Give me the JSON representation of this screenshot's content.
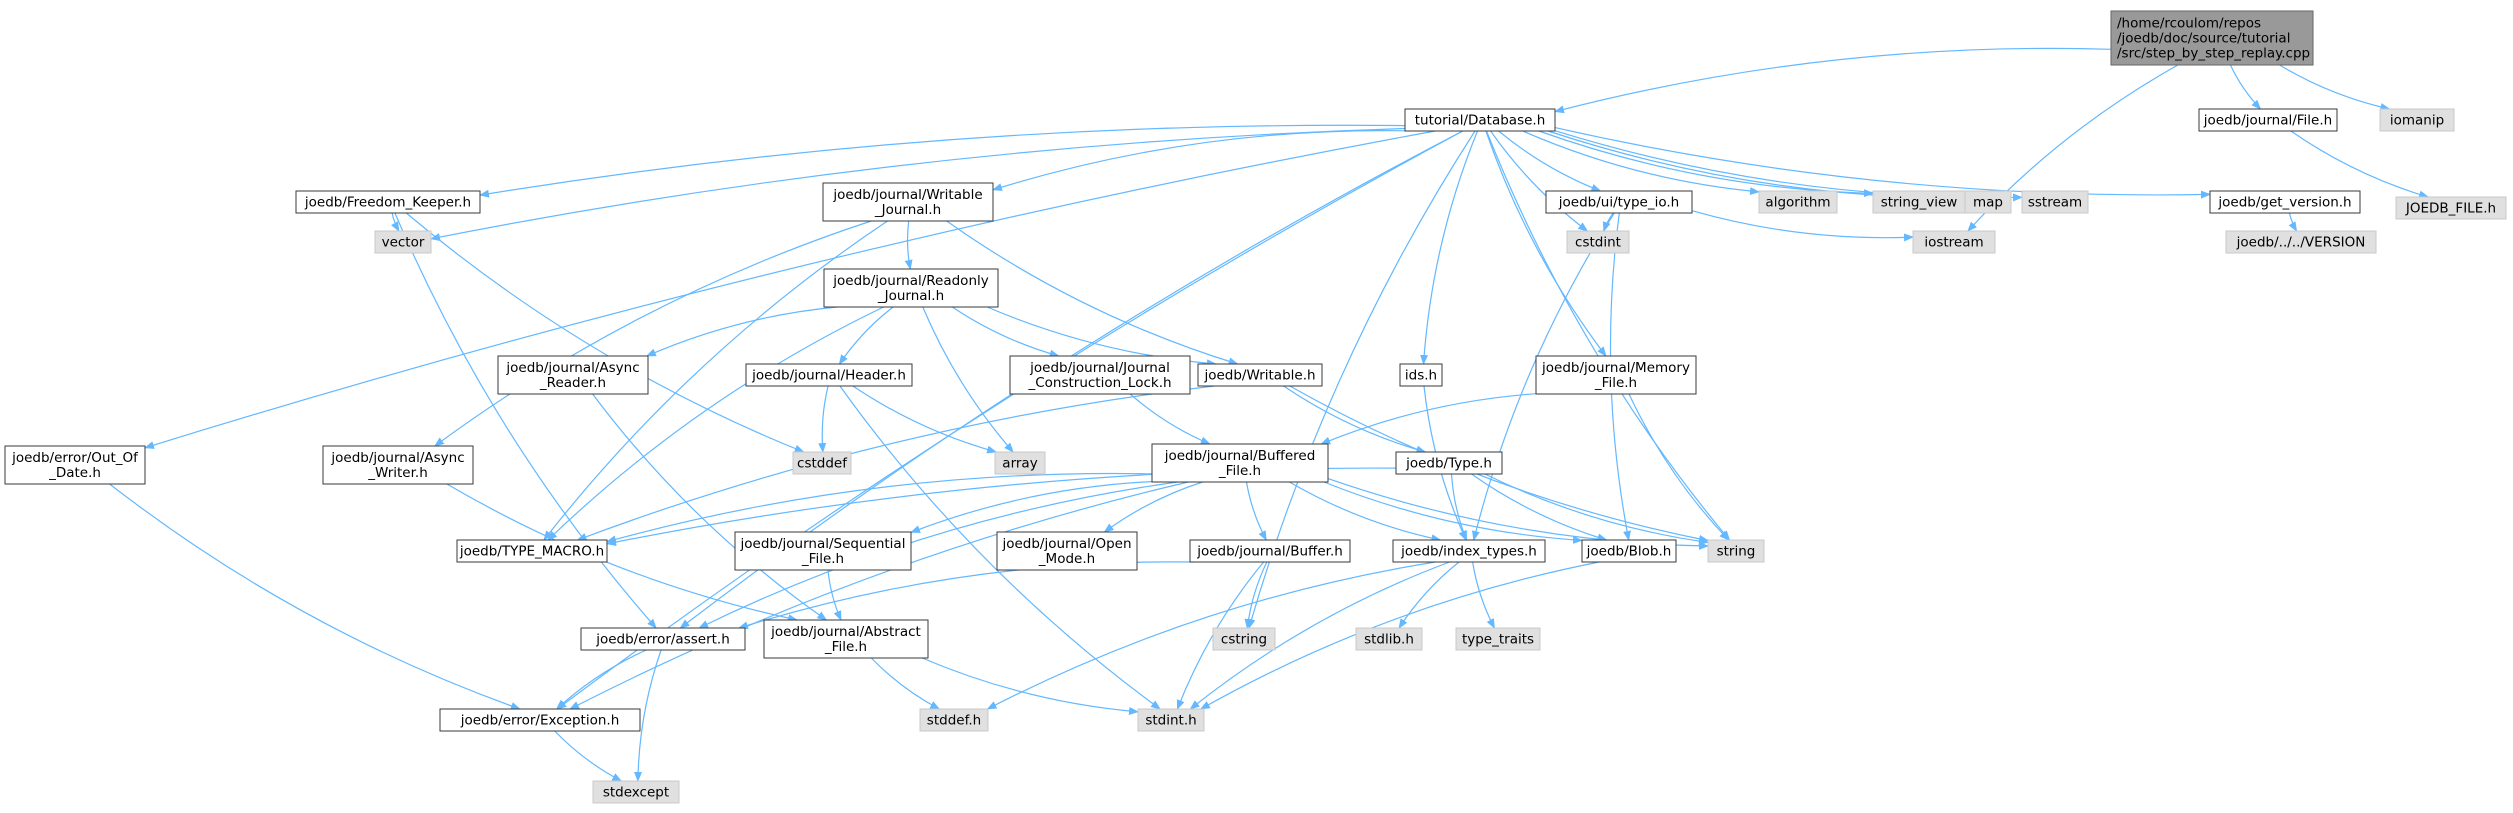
{
  "colors": {
    "edge": "#63b8ff",
    "node_fill": "#ffffff",
    "node_border": "#3a3a3a",
    "root_fill": "#999999",
    "root_border": "#666666",
    "system_fill": "#e0e0e0",
    "system_border": "#c8c8c8"
  },
  "nodes": [
    {
      "id": "root",
      "kind": "root",
      "lines": [
        "/home/rcoulom/repos",
        "/joedb/doc/source/tutorial",
        "/src/step_by_step_replay.cpp"
      ]
    },
    {
      "id": "database",
      "kind": "file",
      "lines": [
        "tutorial/Database.h"
      ]
    },
    {
      "id": "journal_file",
      "kind": "file",
      "lines": [
        "joedb/journal/File.h"
      ]
    },
    {
      "id": "iomanip",
      "kind": "system",
      "lines": [
        "iomanip"
      ]
    },
    {
      "id": "joedb_file_h",
      "kind": "system",
      "lines": [
        "JOEDB_FILE.h"
      ]
    },
    {
      "id": "freedom_keeper",
      "kind": "file",
      "lines": [
        "joedb/Freedom_Keeper.h"
      ]
    },
    {
      "id": "writable_journal",
      "kind": "file",
      "lines": [
        "joedb/journal/Writable",
        "_Journal.h"
      ]
    },
    {
      "id": "type_io",
      "kind": "file",
      "lines": [
        "joedb/ui/type_io.h"
      ]
    },
    {
      "id": "algorithm",
      "kind": "system",
      "lines": [
        "algorithm"
      ]
    },
    {
      "id": "string_view",
      "kind": "system",
      "lines": [
        "string_view"
      ]
    },
    {
      "id": "map",
      "kind": "system",
      "lines": [
        "map"
      ]
    },
    {
      "id": "sstream",
      "kind": "system",
      "lines": [
        "sstream"
      ]
    },
    {
      "id": "get_version",
      "kind": "file",
      "lines": [
        "joedb/get_version.h"
      ]
    },
    {
      "id": "vector",
      "kind": "system",
      "lines": [
        "vector"
      ]
    },
    {
      "id": "cstdint",
      "kind": "system",
      "lines": [
        "cstdint"
      ]
    },
    {
      "id": "iostream",
      "kind": "system",
      "lines": [
        "iostream"
      ]
    },
    {
      "id": "version",
      "kind": "system",
      "lines": [
        "joedb/../../VERSION"
      ]
    },
    {
      "id": "readonly_journal",
      "kind": "file",
      "lines": [
        "joedb/journal/Readonly",
        "_Journal.h"
      ]
    },
    {
      "id": "async_reader",
      "kind": "file",
      "lines": [
        "joedb/journal/Async",
        "_Reader.h"
      ]
    },
    {
      "id": "header",
      "kind": "file",
      "lines": [
        "joedb/journal/Header.h"
      ]
    },
    {
      "id": "construction_lock",
      "kind": "file",
      "lines": [
        "joedb/journal/Journal",
        "_Construction_Lock.h"
      ]
    },
    {
      "id": "writable",
      "kind": "file",
      "lines": [
        "joedb/Writable.h"
      ]
    },
    {
      "id": "ids",
      "kind": "file",
      "lines": [
        "ids.h"
      ]
    },
    {
      "id": "memory_file",
      "kind": "file",
      "lines": [
        "joedb/journal/Memory",
        "_File.h"
      ]
    },
    {
      "id": "out_of_date",
      "kind": "file",
      "lines": [
        "joedb/error/Out_Of",
        "_Date.h"
      ]
    },
    {
      "id": "async_writer",
      "kind": "file",
      "lines": [
        "joedb/journal/Async",
        "_Writer.h"
      ]
    },
    {
      "id": "cstddef",
      "kind": "system",
      "lines": [
        "cstddef"
      ]
    },
    {
      "id": "array",
      "kind": "system",
      "lines": [
        "array"
      ]
    },
    {
      "id": "buffered_file",
      "kind": "file",
      "lines": [
        "joedb/journal/Buffered",
        "_File.h"
      ]
    },
    {
      "id": "type_h",
      "kind": "file",
      "lines": [
        "joedb/Type.h"
      ]
    },
    {
      "id": "type_macro",
      "kind": "file",
      "lines": [
        "joedb/TYPE_MACRO.h"
      ]
    },
    {
      "id": "sequential_file",
      "kind": "file",
      "lines": [
        "joedb/journal/Sequential",
        "_File.h"
      ]
    },
    {
      "id": "open_mode",
      "kind": "file",
      "lines": [
        "joedb/journal/Open",
        "_Mode.h"
      ]
    },
    {
      "id": "buffer",
      "kind": "file",
      "lines": [
        "joedb/journal/Buffer.h"
      ]
    },
    {
      "id": "index_types",
      "kind": "file",
      "lines": [
        "joedb/index_types.h"
      ]
    },
    {
      "id": "blob",
      "kind": "file",
      "lines": [
        "joedb/Blob.h"
      ]
    },
    {
      "id": "string",
      "kind": "system",
      "lines": [
        "string"
      ]
    },
    {
      "id": "assert",
      "kind": "file",
      "lines": [
        "joedb/error/assert.h"
      ]
    },
    {
      "id": "abstract_file",
      "kind": "file",
      "lines": [
        "joedb/journal/Abstract",
        "_File.h"
      ]
    },
    {
      "id": "cstring",
      "kind": "system",
      "lines": [
        "cstring"
      ]
    },
    {
      "id": "stdlib",
      "kind": "system",
      "lines": [
        "stdlib.h"
      ]
    },
    {
      "id": "type_traits",
      "kind": "system",
      "lines": [
        "type_traits"
      ]
    },
    {
      "id": "exception",
      "kind": "file",
      "lines": [
        "joedb/error/Exception.h"
      ]
    },
    {
      "id": "stddef",
      "kind": "system",
      "lines": [
        "stddef.h"
      ]
    },
    {
      "id": "stdint",
      "kind": "system",
      "lines": [
        "stdint.h"
      ]
    },
    {
      "id": "stdexcept",
      "kind": "system",
      "lines": [
        "stdexcept"
      ]
    }
  ],
  "edges": [
    [
      "root",
      "database"
    ],
    [
      "root",
      "journal_file"
    ],
    [
      "root",
      "iomanip"
    ],
    [
      "root",
      "iostream"
    ],
    [
      "journal_file",
      "joedb_file_h"
    ],
    [
      "database",
      "freedom_keeper"
    ],
    [
      "database",
      "writable_journal"
    ],
    [
      "database",
      "type_io"
    ],
    [
      "database",
      "algorithm"
    ],
    [
      "database",
      "string_view"
    ],
    [
      "database",
      "map"
    ],
    [
      "database",
      "sstream"
    ],
    [
      "database",
      "get_version"
    ],
    [
      "database",
      "vector"
    ],
    [
      "database",
      "cstdint"
    ],
    [
      "database",
      "ids"
    ],
    [
      "database",
      "memory_file"
    ],
    [
      "database",
      "out_of_date"
    ],
    [
      "database",
      "assert"
    ],
    [
      "database",
      "exception"
    ],
    [
      "database",
      "cstring"
    ],
    [
      "database",
      "string"
    ],
    [
      "get_version",
      "version"
    ],
    [
      "freedom_keeper",
      "vector"
    ],
    [
      "freedom_keeper",
      "cstddef"
    ],
    [
      "freedom_keeper",
      "assert"
    ],
    [
      "writable_journal",
      "readonly_journal"
    ],
    [
      "writable_journal",
      "async_writer"
    ],
    [
      "writable_journal",
      "writable"
    ],
    [
      "writable_journal",
      "type_macro"
    ],
    [
      "type_io",
      "cstdint"
    ],
    [
      "type_io",
      "iostream"
    ],
    [
      "type_io",
      "index_types"
    ],
    [
      "type_io",
      "blob"
    ],
    [
      "readonly_journal",
      "async_reader"
    ],
    [
      "readonly_journal",
      "header"
    ],
    [
      "readonly_journal",
      "construction_lock"
    ],
    [
      "readonly_journal",
      "writable"
    ],
    [
      "readonly_journal",
      "array"
    ],
    [
      "readonly_journal",
      "type_macro"
    ],
    [
      "async_reader",
      "abstract_file"
    ],
    [
      "header",
      "cstddef"
    ],
    [
      "header",
      "array"
    ],
    [
      "header",
      "stdint"
    ],
    [
      "construction_lock",
      "buffered_file"
    ],
    [
      "writable",
      "type_h"
    ],
    [
      "writable",
      "string"
    ],
    [
      "writable",
      "type_macro"
    ],
    [
      "ids",
      "index_types"
    ],
    [
      "memory_file",
      "buffered_file"
    ],
    [
      "memory_file",
      "string"
    ],
    [
      "out_of_date",
      "exception"
    ],
    [
      "async_writer",
      "abstract_file"
    ],
    [
      "buffered_file",
      "sequential_file"
    ],
    [
      "buffered_file",
      "open_mode"
    ],
    [
      "buffered_file",
      "buffer"
    ],
    [
      "buffered_file",
      "index_types"
    ],
    [
      "buffered_file",
      "blob"
    ],
    [
      "buffered_file",
      "string"
    ],
    [
      "buffered_file",
      "type_macro"
    ],
    [
      "buffered_file",
      "assert"
    ],
    [
      "buffered_file",
      "exception"
    ],
    [
      "type_h",
      "index_types"
    ],
    [
      "type_h",
      "blob"
    ],
    [
      "type_h",
      "string"
    ],
    [
      "type_h",
      "type_macro"
    ],
    [
      "sequential_file",
      "abstract_file"
    ],
    [
      "buffer",
      "cstring"
    ],
    [
      "buffer",
      "stdint"
    ],
    [
      "buffer",
      "assert"
    ],
    [
      "index_types",
      "stdlib"
    ],
    [
      "index_types",
      "type_traits"
    ],
    [
      "index_types",
      "stddef"
    ],
    [
      "index_types",
      "stdint"
    ],
    [
      "blob",
      "stdint"
    ],
    [
      "assert",
      "exception"
    ],
    [
      "assert",
      "stdexcept"
    ],
    [
      "abstract_file",
      "stddef"
    ],
    [
      "abstract_file",
      "stdint"
    ],
    [
      "exception",
      "stdexcept"
    ]
  ]
}
